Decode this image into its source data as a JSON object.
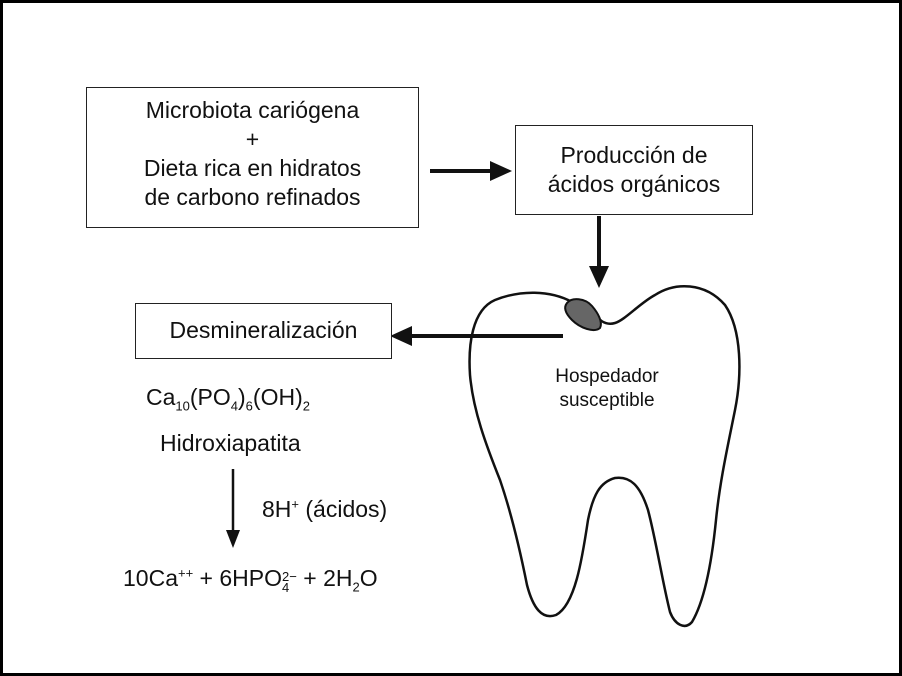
{
  "box1": {
    "line1": "Microbiota cariógena",
    "line2": "+",
    "line3": "Dieta rica en hidratos",
    "line4": "de carbono refinados"
  },
  "box2": {
    "line1": "Producción de",
    "line2": "ácidos orgánicos"
  },
  "box3": {
    "label": "Desmineralización"
  },
  "tooth_label": {
    "line1": "Hospedador",
    "line2": "susceptible"
  },
  "formula": {
    "ca": "Ca",
    "ca_sub": "10",
    "po4": "(PO",
    "po4_sub": "4",
    "po4_close": ")",
    "six_sub": "6",
    "oh": "(OH)",
    "oh_sub": "2"
  },
  "hydroxyapatite": "Hidroxiapatita",
  "reaction_note": {
    "h": "8H",
    "h_sup": "+",
    "rest": " (ácidos)"
  },
  "products": {
    "p1": "10Ca",
    "p1_sup": "++",
    "p2": " + 6HPO",
    "p2_sup": "2−",
    "p2_sub": "4",
    "p3": " + 2H",
    "p3_sub": "2",
    "p4": "O"
  }
}
